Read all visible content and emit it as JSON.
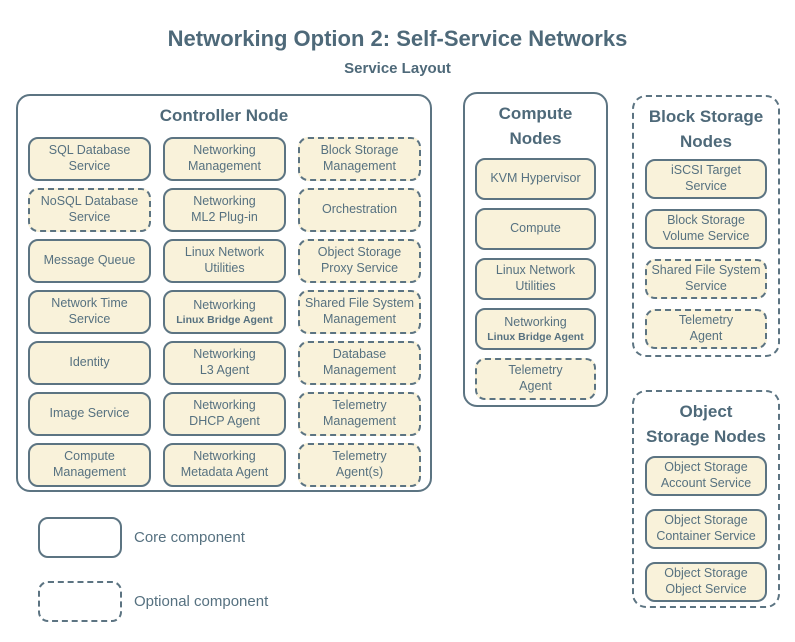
{
  "title": "Networking Option 2: Self-Service Networks",
  "subtitle": "Service Layout",
  "palette": {
    "box_fill": "#f9f2da",
    "line": "#5c7482",
    "text": "#567180",
    "heading": "#4e6979",
    "background": "#ffffff"
  },
  "nodes": {
    "controller": {
      "title": "Controller Node",
      "type": "core",
      "services": [
        {
          "label": "SQL Database\nService",
          "type": "core"
        },
        {
          "label": "Networking\nManagement",
          "type": "core"
        },
        {
          "label": "Block Storage\nManagement",
          "type": "optional"
        },
        {
          "label": "NoSQL Database\nService",
          "type": "optional"
        },
        {
          "label": "Networking\nML2 Plug-in",
          "type": "core"
        },
        {
          "label": "Orchestration",
          "type": "optional"
        },
        {
          "label": "Message Queue",
          "type": "core"
        },
        {
          "label": "Linux Network\nUtilities",
          "type": "core"
        },
        {
          "label": "Object Storage\nProxy Service",
          "type": "optional"
        },
        {
          "label": "Network Time\nService",
          "type": "core"
        },
        {
          "label": "Networking",
          "sub": "Linux Bridge Agent",
          "type": "core"
        },
        {
          "label": "Shared File System\nManagement",
          "type": "optional"
        },
        {
          "label": "Identity",
          "type": "core"
        },
        {
          "label": "Networking\nL3 Agent",
          "type": "core"
        },
        {
          "label": "Database\nManagement",
          "type": "optional"
        },
        {
          "label": "Image Service",
          "type": "core"
        },
        {
          "label": "Networking\nDHCP Agent",
          "type": "core"
        },
        {
          "label": "Telemetry\nManagement",
          "type": "optional"
        },
        {
          "label": "Compute\nManagement",
          "type": "core"
        },
        {
          "label": "Networking\nMetadata Agent",
          "type": "core"
        },
        {
          "label": "Telemetry\nAgent(s)",
          "type": "optional"
        }
      ]
    },
    "compute": {
      "title": "Compute\nNodes",
      "type": "core",
      "services": [
        {
          "label": "KVM Hypervisor",
          "type": "core"
        },
        {
          "label": "Compute",
          "type": "core"
        },
        {
          "label": "Linux Network\nUtilities",
          "type": "core"
        },
        {
          "label": "Networking",
          "sub": "Linux Bridge Agent",
          "type": "core"
        },
        {
          "label": "Telemetry\nAgent",
          "type": "optional"
        }
      ]
    },
    "block_storage": {
      "title": "Block Storage\nNodes",
      "type": "optional",
      "services": [
        {
          "label": "iSCSI Target\nService",
          "type": "core"
        },
        {
          "label": "Block Storage\nVolume Service",
          "type": "core"
        },
        {
          "label": "Shared File System\nService",
          "type": "optional"
        },
        {
          "label": "Telemetry\nAgent",
          "type": "optional"
        }
      ]
    },
    "object_storage": {
      "title": "Object\nStorage Nodes",
      "type": "optional",
      "services": [
        {
          "label": "Object Storage\nAccount Service",
          "type": "core"
        },
        {
          "label": "Object Storage\nContainer Service",
          "type": "core"
        },
        {
          "label": "Object Storage\nObject Service",
          "type": "core"
        }
      ]
    }
  },
  "legend": {
    "core_label": "Core component",
    "optional_label": "Optional component"
  }
}
